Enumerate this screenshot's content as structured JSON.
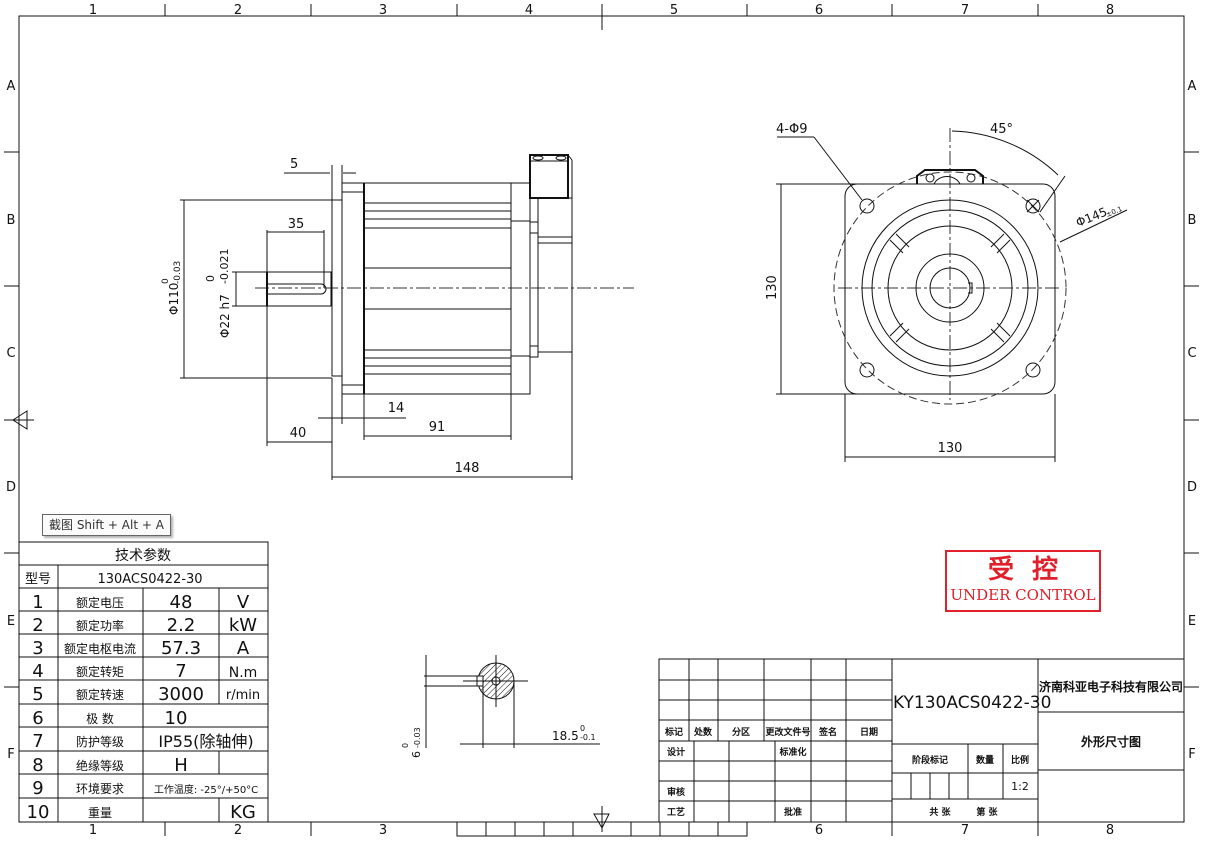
{
  "border": {
    "column_labels": [
      "1",
      "2",
      "3",
      "4",
      "5",
      "6",
      "7",
      "8"
    ],
    "row_labels": [
      "A",
      "B",
      "C",
      "D",
      "E",
      "F"
    ]
  },
  "tooltip": {
    "label": "截图 Shift + Alt + A"
  },
  "stamp": {
    "chinese": "受控",
    "english": "UNDER CONTROL",
    "color": "#e0202a"
  },
  "side_view": {
    "dims": {
      "flange_thickness": "5",
      "shaft_length": "35",
      "pilot_diameter": "Φ110",
      "pilot_tol_upper": "0",
      "pilot_tol_lower": "-0.03",
      "shaft_diameter": "Φ22 h7",
      "shaft_tol": "(  0  / -0.021)",
      "shaft_tol_upper": "0",
      "shaft_tol_lower": "-0.021",
      "shaft_offset": "40",
      "flange_width": "14",
      "body_length": "91",
      "total_length": "148"
    }
  },
  "front_view": {
    "dims": {
      "holes": "4-Φ9",
      "angle": "45°",
      "pcd": "Φ145",
      "pcd_tol": "±0.1",
      "height": "130",
      "width": "130"
    }
  },
  "shaft_section": {
    "key_width": "6",
    "key_width_tol_upper": "0",
    "key_width_tol_lower": "-0.03",
    "key_depth": "18.5",
    "key_depth_tol_upper": "0",
    "key_depth_tol_lower": "-0.1"
  },
  "spec_table": {
    "title": "技术参数",
    "model_label": "型号",
    "model_value": "130ACS0422-30",
    "rows": [
      {
        "no": "1",
        "name": "额定电压",
        "value": "48",
        "unit": "V"
      },
      {
        "no": "2",
        "name": "额定功率",
        "value": "2.2",
        "unit": "kW"
      },
      {
        "no": "3",
        "name": "额定电枢电流",
        "value": "57.3",
        "unit": "A"
      },
      {
        "no": "4",
        "name": "额定转矩",
        "value": "7",
        "unit": "N.m"
      },
      {
        "no": "5",
        "name": "额定转速",
        "value": "3000",
        "unit": "r/min"
      },
      {
        "no": "6",
        "name": "极 数",
        "value": "10",
        "unit": ""
      },
      {
        "no": "7",
        "name": "防护等级",
        "value": "IP55(除轴伸)",
        "unit": ""
      },
      {
        "no": "8",
        "name": "绝缘等级",
        "value": "H",
        "unit": ""
      },
      {
        "no": "9",
        "name": "环境要求",
        "value": "工作温度: -25°/+50°C",
        "unit": ""
      },
      {
        "no": "10",
        "name": "重量",
        "value": "",
        "unit": "KG"
      }
    ]
  },
  "title_block": {
    "revision_headers": [
      "标记",
      "处数",
      "分区",
      "更改文件号",
      "签名",
      "日期"
    ],
    "design_label": "设计",
    "standardize_label": "标准化",
    "review_label": "审核",
    "process_label": "工艺",
    "approve_label": "批准",
    "drawing_number": "KY130ACS0422-30",
    "company": "济南科亚电子科技有限公司",
    "drawing_title": "外形尺寸图",
    "stage_label": "阶段标记",
    "quantity_label": "数量",
    "scale_label": "比例",
    "scale_value": "1:2",
    "sheets_total_label": "共  张",
    "sheet_no_label": "第  张"
  }
}
